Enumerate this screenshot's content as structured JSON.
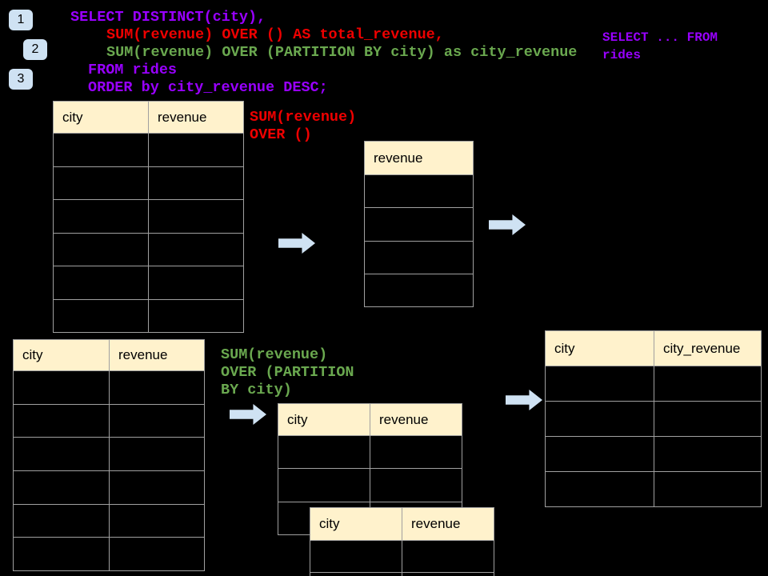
{
  "colors": {
    "background": "#000000",
    "sql_purple": "#9900ff",
    "sql_red": "#ee0000",
    "sql_green": "#6aa84f",
    "table_header_bg": "#fff2cc",
    "table_border": "#a0a0a0",
    "arrow_fill": "#cfe2f3",
    "badge_fill": "#cfe2f3"
  },
  "badges": [
    {
      "label": "1"
    },
    {
      "label": "2"
    },
    {
      "label": "3"
    }
  ],
  "sql": {
    "lines": [
      {
        "text": "SELECT DISTINCT(city),",
        "color": "purple"
      },
      {
        "text": "SUM(revenue) OVER () AS total_revenue,",
        "color": "red"
      },
      {
        "text": "SUM(revenue) OVER (PARTITION BY city) as city_revenue",
        "color": "green"
      },
      {
        "text": "FROM rides",
        "color": "purple"
      },
      {
        "text": "ORDER by city_revenue DESC;",
        "color": "purple"
      }
    ]
  },
  "side_code": {
    "text": "SELECT ... FROM\nrides",
    "color": "purple"
  },
  "annotations": {
    "total_revenue": {
      "text": "SUM(revenue)\nOVER ()",
      "color": "red"
    },
    "partition": {
      "text": "SUM(revenue)\nOVER (PARTITION\nBY city)",
      "color": "green"
    }
  },
  "tables": {
    "source_top": {
      "headers": [
        "city",
        "revenue"
      ],
      "empty_rows": 6
    },
    "total_revenue": {
      "headers": [
        "revenue"
      ],
      "empty_rows": 4
    },
    "source_bottom": {
      "headers": [
        "city",
        "revenue"
      ],
      "empty_rows": 6
    },
    "partition_front": {
      "headers": [
        "city",
        "revenue"
      ],
      "empty_rows": 3
    },
    "partition_back": {
      "headers": [
        "city",
        "revenue"
      ],
      "empty_rows": 2
    },
    "result": {
      "headers": [
        "city",
        "city_revenue"
      ],
      "empty_rows": 4
    }
  }
}
